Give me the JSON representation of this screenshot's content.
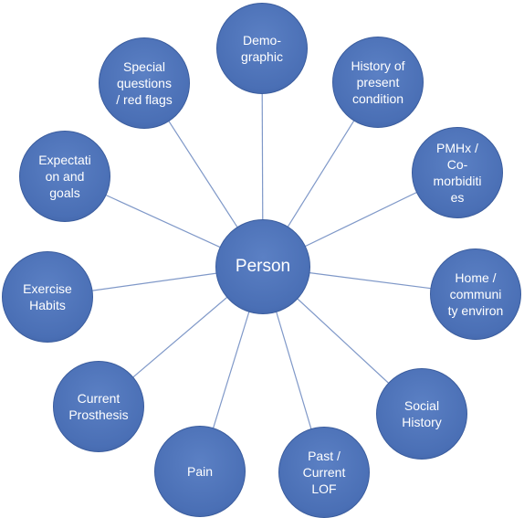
{
  "colors": {
    "node_fill": "#4a6fb5",
    "node_stroke": "#3b5d9e",
    "line": "#7f98c8",
    "text": "#ffffff"
  },
  "center": {
    "lines": [
      "Person"
    ]
  },
  "nodes": [
    {
      "id": "demographic",
      "lines": [
        "Demo-",
        "graphic"
      ]
    },
    {
      "id": "history-present",
      "lines": [
        "History of",
        "present",
        "condition"
      ]
    },
    {
      "id": "pmhx",
      "lines": [
        "PMHx /",
        "Co-",
        "morbiditi",
        "es"
      ]
    },
    {
      "id": "home",
      "lines": [
        "Home /",
        "communi",
        "ty environ"
      ]
    },
    {
      "id": "social-history",
      "lines": [
        "Social",
        "History"
      ]
    },
    {
      "id": "past-lof",
      "lines": [
        "Past /",
        "Current",
        "LOF"
      ]
    },
    {
      "id": "pain",
      "lines": [
        "Pain"
      ]
    },
    {
      "id": "current-prosthesis",
      "lines": [
        "Current",
        "Prosthesis"
      ]
    },
    {
      "id": "exercise-habits",
      "lines": [
        "Exercise",
        "Habits"
      ]
    },
    {
      "id": "expectation",
      "lines": [
        "Expectati",
        "on and",
        "goals"
      ]
    },
    {
      "id": "special-questions",
      "lines": [
        "Special",
        "questions",
        "/ red flags"
      ]
    }
  ]
}
